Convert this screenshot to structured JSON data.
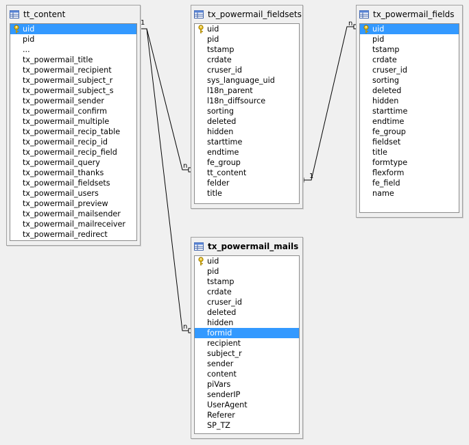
{
  "tables": [
    {
      "id": "tt_content",
      "title": "tt_content",
      "selected_index": 0,
      "key_index": 0,
      "fields": [
        "uid",
        "pid",
        "...",
        "tx_powermail_title",
        "tx_powermail_recipient",
        "tx_powermail_subject_r",
        "tx_powermail_subject_s",
        "tx_powermail_sender",
        "tx_powermail_confirm",
        "tx_powermail_multiple",
        "tx_powermail_recip_table",
        "tx_powermail_recip_id",
        "tx_powermail_recip_field",
        "tx_powermail_query",
        "tx_powermail_thanks",
        "tx_powermail_fieldsets",
        "tx_powermail_users",
        "tx_powermail_preview",
        "tx_powermail_mailsender",
        "tx_powermail_mailreceiver",
        "tx_powermail_redirect"
      ]
    },
    {
      "id": "tx_powermail_fieldsets",
      "title": "tx_powermail_fieldsets",
      "selected_index": -1,
      "key_index": 0,
      "fields": [
        "uid",
        "pid",
        "tstamp",
        "crdate",
        "cruser_id",
        "sys_language_uid",
        "l18n_parent",
        "l18n_diffsource",
        "sorting",
        "deleted",
        "hidden",
        "starttime",
        "endtime",
        "fe_group",
        "tt_content",
        "felder",
        "title"
      ]
    },
    {
      "id": "tx_powermail_fields",
      "title": "tx_powermail_fields",
      "selected_index": 0,
      "key_index": 0,
      "fields": [
        "uid",
        "pid",
        "tstamp",
        "crdate",
        "cruser_id",
        "sorting",
        "deleted",
        "hidden",
        "starttime",
        "endtime",
        "fe_group",
        "fieldset",
        "title",
        "formtype",
        "flexform",
        "fe_field",
        "name"
      ]
    },
    {
      "id": "tx_powermail_mails",
      "title": "tx_powermail_mails",
      "title_bold": true,
      "selected_index": 7,
      "key_index": 0,
      "fields": [
        "uid",
        "pid",
        "tstamp",
        "crdate",
        "cruser_id",
        "deleted",
        "hidden",
        "formid",
        "recipient",
        "subject_r",
        "sender",
        "content",
        "piVars",
        "senderIP",
        "UserAgent",
        "Referer",
        "SP_TZ"
      ]
    }
  ],
  "relations": [
    {
      "from": "tt_content",
      "from_card": "1",
      "to": "tx_powermail_fieldsets",
      "to_card": "n"
    },
    {
      "from": "tt_content",
      "from_card": "1",
      "to": "tx_powermail_mails",
      "to_card": "n"
    },
    {
      "from": "tx_powermail_fieldsets",
      "from_card": "1",
      "to": "tx_powermail_fields",
      "to_card": "n"
    }
  ],
  "colors": {
    "selection": "#3399ff",
    "background": "#f0f0f0",
    "line": "#000000"
  },
  "icons": {
    "table": "table-icon",
    "key": "key-icon"
  }
}
